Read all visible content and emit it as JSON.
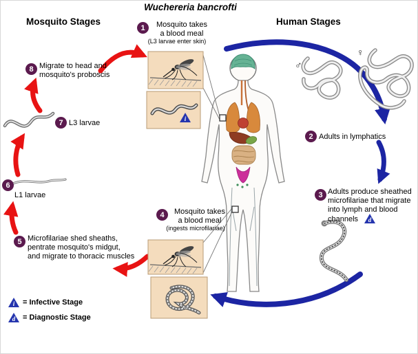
{
  "title": "Wuchereria bancrofti",
  "headers": {
    "mosquito": "Mosquito Stages",
    "human": "Human Stages"
  },
  "stages": [
    {
      "num": "1",
      "label": "Mosquito takes\na blood meal",
      "sub": "(L3 larvae enter skin)"
    },
    {
      "num": "2",
      "label": "Adults in lymphatics"
    },
    {
      "num": "3",
      "label": "Adults produce sheathed\nmicrofilariae that migrate\ninto lymph and blood\nchannels"
    },
    {
      "num": "4",
      "label": "Mosquito takes\na blood meal",
      "sub": "(ingests microfilariae)"
    },
    {
      "num": "5",
      "label": "Microfilariae shed sheaths,\npentrate mosquito's midgut,\nand migrate to thoracic muscles"
    },
    {
      "num": "6",
      "label": "L1 larvae"
    },
    {
      "num": "7",
      "label": "L3 larvae"
    },
    {
      "num": "8",
      "label": "Migrate to head and\nmosquito's proboscis"
    }
  ],
  "symbols": {
    "infective": "i",
    "diagnostic": "d",
    "male": "♂",
    "female": "♀"
  },
  "legend": {
    "infective": "= Infective Stage",
    "diagnostic": "= Diagnostic Stage"
  },
  "colors": {
    "mosquito_cycle_arrow": "#e81313",
    "human_cycle_arrow": "#1c25a3",
    "stage_marker": "#5b1a4e",
    "stage_symbol_triangle": "#2535ae",
    "photo_box_background": "#f4dcbd",
    "brain": "#66b394",
    "pelvic_lymphatics": "#cc2f9a"
  }
}
